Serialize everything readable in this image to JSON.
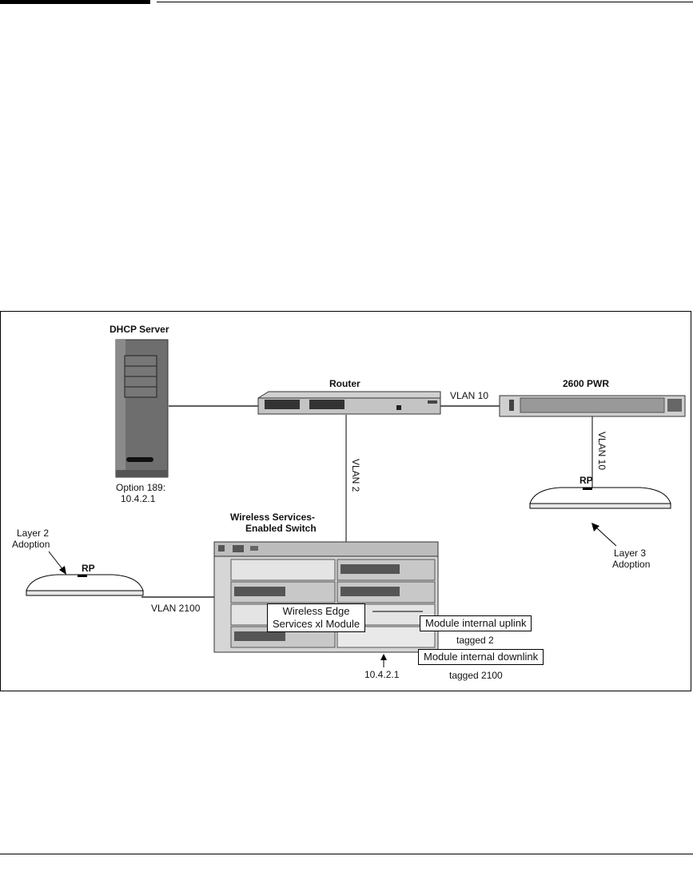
{
  "diagram": {
    "dhcp_server": {
      "title": "DHCP Server",
      "note_line1": "Option 189:",
      "note_line2": "10.4.2.1"
    },
    "router": {
      "title": "Router"
    },
    "switch_2600": {
      "title": "2600 PWR"
    },
    "vlan_links": {
      "router_to_2600": "VLAN 10",
      "router_to_switch": "VLAN 2",
      "pwr_to_rp": "VLAN 10",
      "switch_to_rp": "VLAN 2100"
    },
    "enabled_switch": {
      "title_line1": "Wireless Services-",
      "title_line2": "Enabled Switch"
    },
    "rp_left": {
      "label": "RP",
      "adoption_line1": "Layer 2",
      "adoption_line2": "Adoption"
    },
    "rp_right": {
      "label": "RP",
      "adoption_line1": "Layer 3",
      "adoption_line2": "Adoption"
    },
    "module": {
      "line1": "Wireless Edge",
      "line2": "Services xl Module",
      "address": "10.4.2.1"
    },
    "uplink": {
      "label": "Module internal uplink",
      "tag": "tagged 2"
    },
    "downlink": {
      "label": "Module internal downlink",
      "tag": "tagged 2100"
    }
  }
}
